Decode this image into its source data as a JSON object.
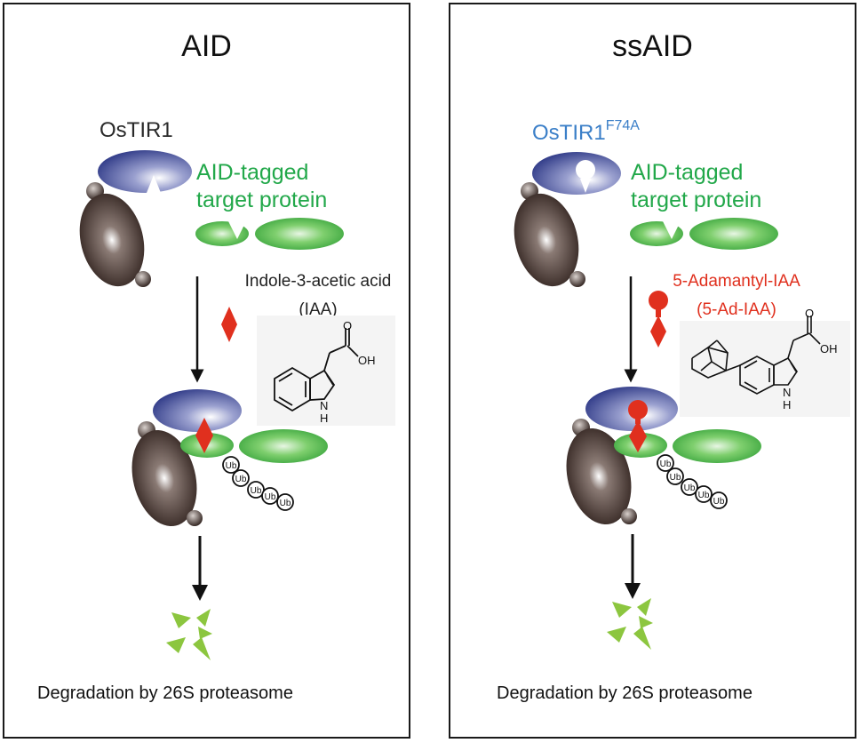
{
  "panels": {
    "aid": {
      "title": "AID",
      "receptor_label": "OsTIR1",
      "target_label_line1": "AID-tagged",
      "target_label_line2": "target protein",
      "compound_name_line1": "Indole-3-acetic acid",
      "compound_name_line2": "(IAA)",
      "structure_labels": {
        "oh": "OH",
        "o": "O",
        "nh": "N",
        "h": "H"
      },
      "ubiquitin_label": "Ub",
      "footer": "Degradation by 26S proteasome"
    },
    "ssaid": {
      "title": "ssAID",
      "receptor_label": "OsTIR1",
      "receptor_superscript": "F74A",
      "target_label_line1": "AID-tagged",
      "target_label_line2": "target protein",
      "compound_name_line1": "5-Adamantyl-IAA",
      "compound_name_line2": "(5-Ad-IAA)",
      "structure_labels": {
        "oh": "OH",
        "o": "O",
        "nh": "N",
        "h": "H"
      },
      "ubiquitin_label": "Ub",
      "footer": "Degradation by 26S proteasome"
    }
  },
  "colors": {
    "receptor_blue": "#2d3a86",
    "target_green": "#4cb848",
    "ligand_red": "#e0301e",
    "skp1_dark": "#3a2a24",
    "label_green": "#22a84a",
    "label_blue": "#3b7fc8",
    "fragment_green": "#8cc63f"
  },
  "icons": [
    "arrow-down-icon",
    "ubiquitin-chain-icon",
    "proteasome-fragment-icon"
  ]
}
